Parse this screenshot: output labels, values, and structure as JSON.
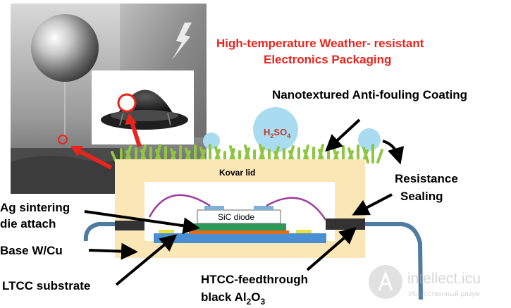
{
  "title": {
    "line1": "High-temperature Weather-  resistant",
    "line2": "Electronics  Packaging",
    "color": "#e8241c"
  },
  "labels": {
    "nanotextured": "Nanotextured Anti-fouling Coating",
    "resistance_line1": "Resistance",
    "resistance_line2": "Sealing",
    "ag_line1": "Ag sintering",
    "ag_line2": "die attach",
    "base": "Base W/Cu",
    "ltcc": "LTCC substrate",
    "htcc_line1": "HTCC-feedthrough",
    "htcc_line2_main": "black Al",
    "htcc_line2_sub1": "2",
    "htcc_line2_mid": "O",
    "htcc_line2_sub2": "3",
    "kovar": "Kovar lid",
    "sic": "SiC diode",
    "h2so4_main": "H",
    "h2so4_sub1": "2",
    "h2so4_mid": "SO",
    "h2so4_sub2": "4"
  },
  "watermark": {
    "name": "intellect.icu",
    "sub": "Искусственный разум"
  },
  "colors": {
    "kovar_lid": "#fbe6b6",
    "cavity": "#ffffff",
    "substrate_blue": "#4a8fd4",
    "die_green": "#2e9a5a",
    "die_orange": "#e46b1a",
    "pad_gold": "#e8e23a",
    "seal_dark": "#333333",
    "wire_purple": "#9c3aa0",
    "lead_blue": "#4e7ba0",
    "grass": "#8ec63f",
    "droplet": "#a9dcf0",
    "arrow_red": "#e8241c"
  },
  "icons": [
    "balloon-icon",
    "lander-icon",
    "lightning-icon",
    "watermark-logo-icon"
  ]
}
